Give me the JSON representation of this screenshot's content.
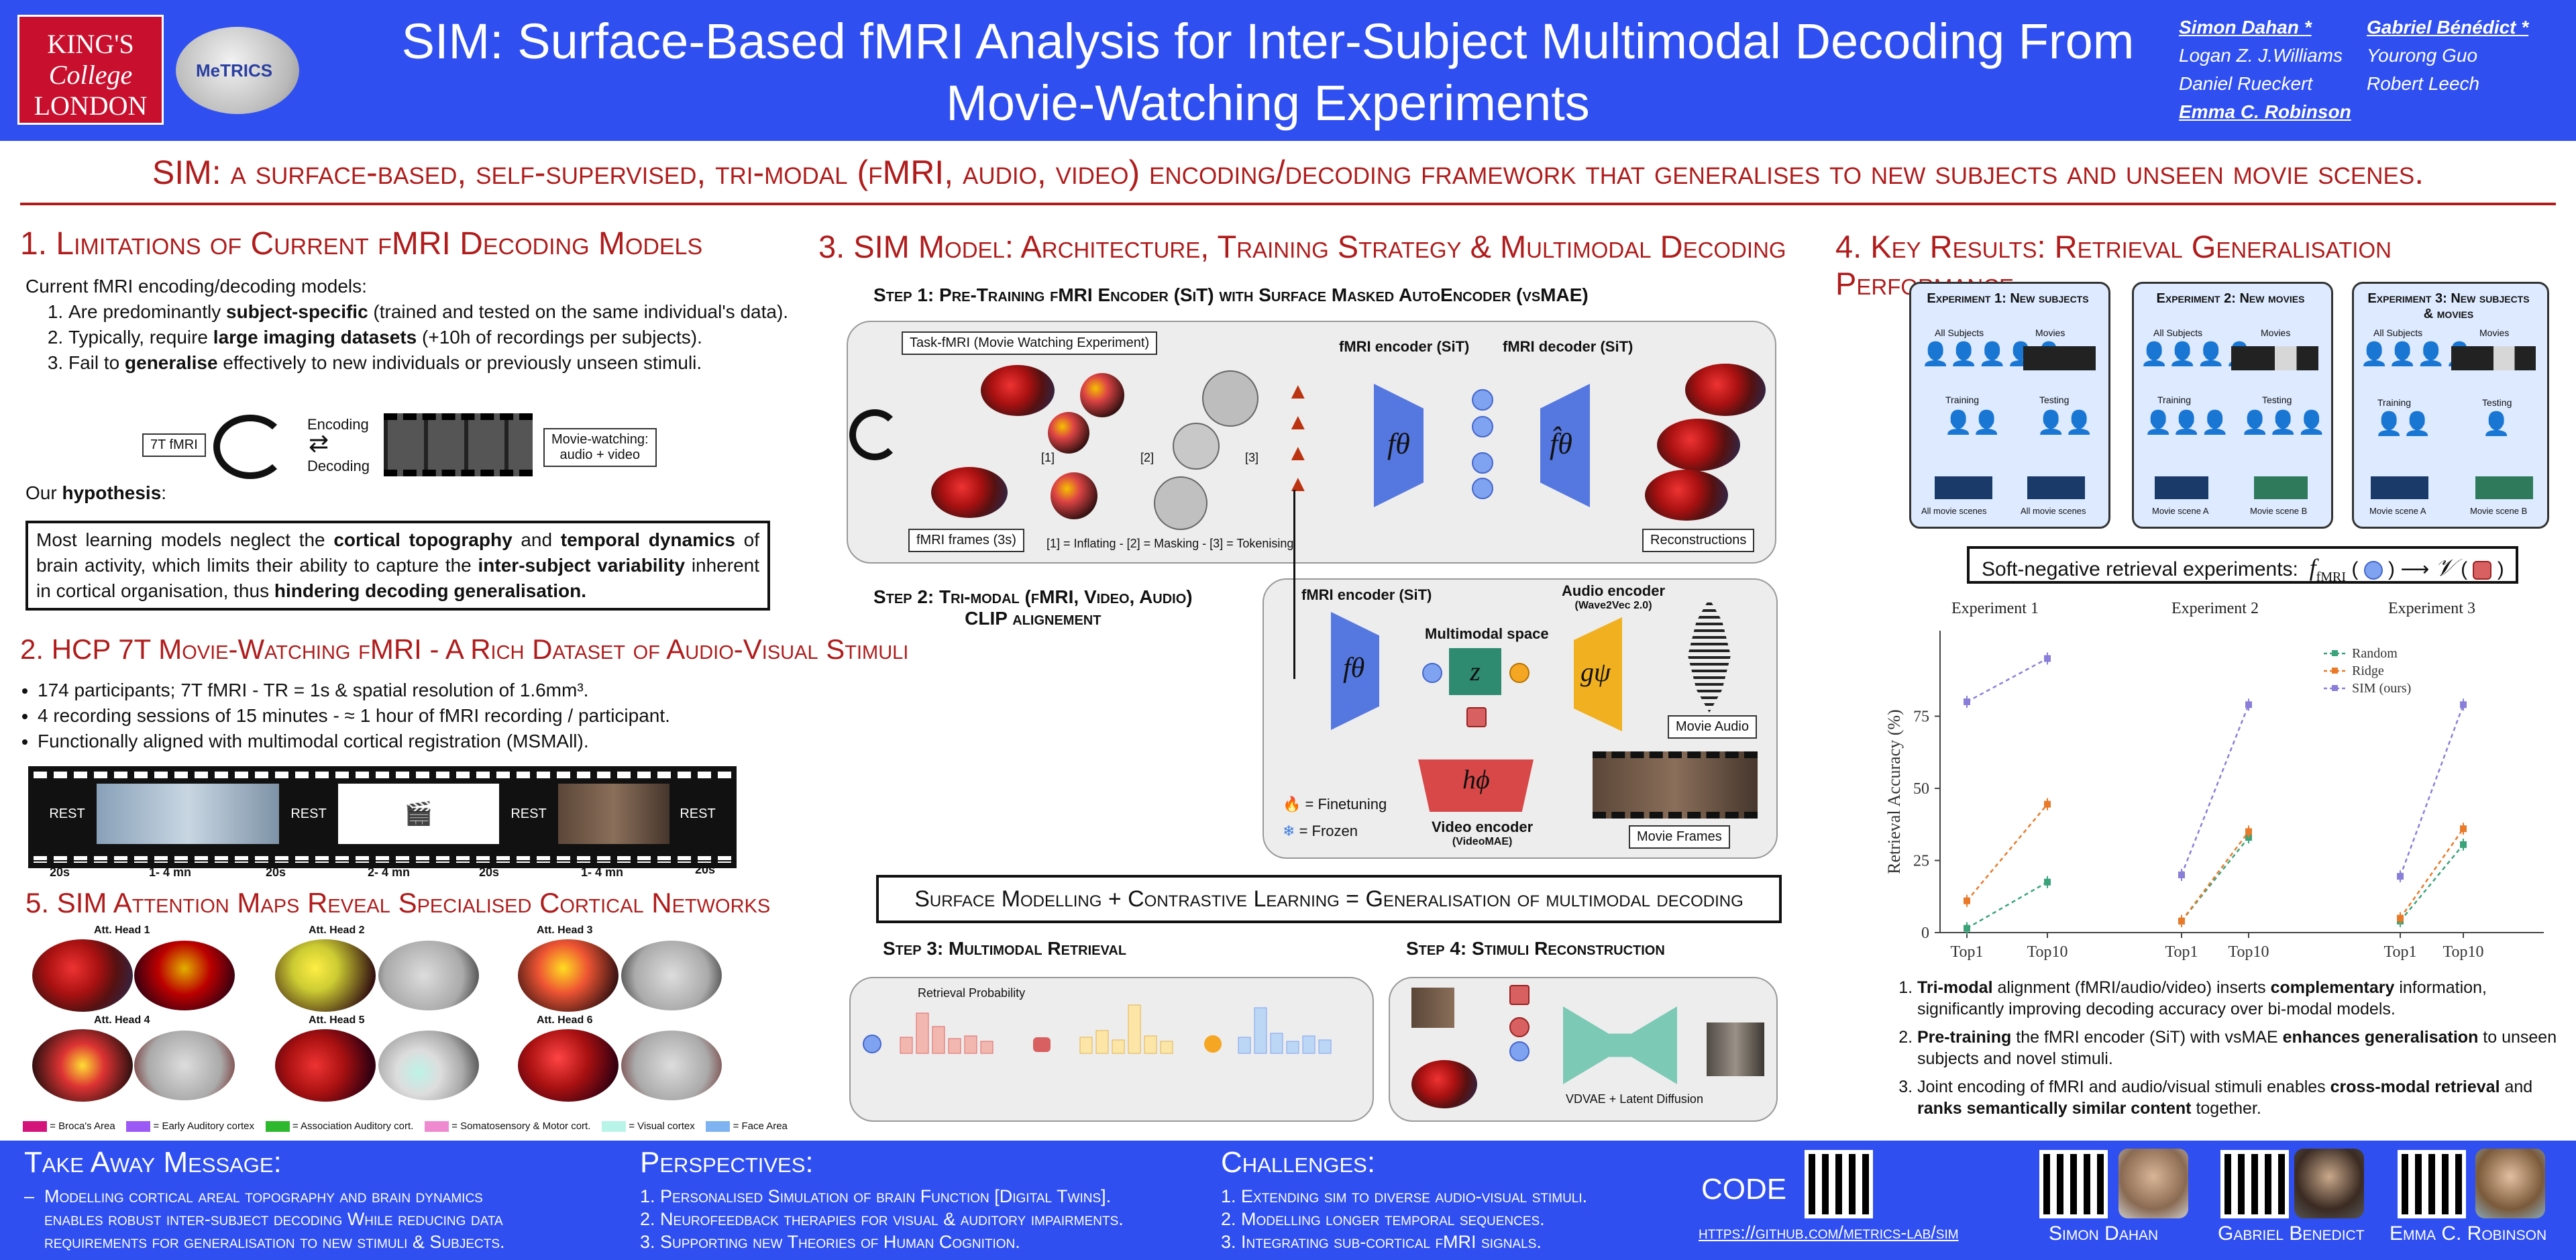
{
  "header": {
    "logo_text": [
      "KING'S",
      "College",
      "LONDON"
    ],
    "lab_logo_text": "MeTRICS",
    "title_line1": "SIM: Surface-Based fMRI Analysis for Inter-Subject Multimodal Decoding From",
    "title_line2": "Movie-Watching Experiments",
    "authors": {
      "col1": [
        "Simon Dahan *",
        "Logan Z. J.Williams",
        "Daniel Rueckert",
        "Emma C. Robinson"
      ],
      "col2": [
        "Gabriel Bénédict *",
        "Yourong Guo",
        "Robert Leech"
      ]
    }
  },
  "tagline": "SIM: a surface-based, self-supervised, tri-modal (fMRI, audio, video) encoding/decoding framework that generalises to new subjects and unseen movie scenes.",
  "section1": {
    "title": "1. Limitations of Current fMRI Decoding Models",
    "intro": "Current fMRI encoding/decoding models:",
    "items": [
      {
        "pre": "Are predominantly ",
        "bold": "subject-specific",
        "post": " (trained and tested on the same individual's data)."
      },
      {
        "pre": "Typically, require ",
        "bold": "large imaging datasets",
        "post": " (+10h of recordings per subjects)."
      },
      {
        "pre": "Fail to ",
        "bold": "generalise",
        "post": " effectively to new individuals or previously unseen stimuli."
      }
    ],
    "fig": {
      "left_label": "7T fMRI",
      "top_arrow": "Encoding",
      "bottom_arrow": "Decoding",
      "right_label_1": "Movie-watching:",
      "right_label_2": "audio + video"
    },
    "hypothesis_label": "Our ",
    "hypothesis_bold": "hypothesis",
    "hypothesis_text": [
      {
        "t": "Most learning models neglect the ",
        "b": false
      },
      {
        "t": "cortical topography",
        "b": true
      },
      {
        "t": " and ",
        "b": false
      },
      {
        "t": "temporal dynamics",
        "b": true
      },
      {
        "t": " of brain activity, which limits their ability to capture the ",
        "b": false
      },
      {
        "t": "inter-subject variability",
        "b": true
      },
      {
        "t": " inherent in cortical organisation, thus ",
        "b": false
      },
      {
        "t": "hindering decoding generalisation.",
        "b": true
      }
    ]
  },
  "section2": {
    "title": "2. HCP 7T Movie-Watching fMRI - A Rich Dataset of Audio-Visual Stimuli",
    "bullets": [
      "174 participants;  7T fMRI - TR = 1s & spatial resolution of 1.6mm³.",
      "4 recording sessions of 15 minutes - ≈ 1 hour of fMRI recording / participant.",
      "Functionally aligned with multimodal cortical registration (MSMAll)."
    ],
    "film_labels": [
      "REST",
      "REST",
      "REST",
      "REST"
    ],
    "timeline": [
      "20s",
      "1- 4 mn",
      "20s",
      "2- 4 mn",
      "20s",
      "1- 4 mn",
      "20s"
    ]
  },
  "section5": {
    "title": "5. SIM Attention Maps Reveal Specialised Cortical Networks",
    "heads": [
      "Att. Head 1",
      "Att. Head 2",
      "Att. Head 3",
      "Att. Head 4",
      "Att. Head 5",
      "Att. Head 6"
    ],
    "legend": [
      {
        "label": "= Broca's Area",
        "color": "#d4147a"
      },
      {
        "label": "= Early Auditory cortex",
        "color": "#9b59f5"
      },
      {
        "label": "= Association Auditory cort.",
        "color": "#2eb82e"
      },
      {
        "label": "= Somatosensory & Motor cort.",
        "color": "#f08ad0"
      },
      {
        "label": "= Visual cortex",
        "color": "#b8f5e8"
      },
      {
        "label": "= Face Area",
        "color": "#7fb2f0"
      }
    ]
  },
  "section3": {
    "title": "3. SIM Model: Architecture, Training Strategy & Multimodal Decoding",
    "step1": {
      "title": "Step 1: Pre-Training fMRI Encoder (SiT) with Surface Masked AutoEncoder (vsMAE)",
      "task_label": "Task-fMRI (Movie Watching Experiment)",
      "frames_label": "fMRI frames (3s)",
      "step_marks": [
        "[1]",
        "[2]",
        "[3]"
      ],
      "legend": "[1] = Inflating - [2] = Masking - [3] = Tokenising",
      "encoder_label": "fMRI encoder (SiT)",
      "decoder_label": "fMRI decoder (SiT)",
      "recon_label": "Reconstructions",
      "f_theta": "fθ",
      "f_hat_theta": "f̂θ"
    },
    "step2": {
      "title_line1": "Step 2: Tri-modal (fMRI, Video, Audio)",
      "title_line2": "CLIP alignement",
      "fmri_encoder": "fMRI encoder (SiT)",
      "audio_encoder": "Audio encoder",
      "audio_model": "(Wave2Vec 2.0)",
      "multimodal_space": "Multimodal space",
      "z": "z",
      "g_psi": "gψ",
      "h_phi": "hϕ",
      "movie_audio": "Movie Audio",
      "video_encoder": "Video encoder",
      "video_model": "(VideoMAE)",
      "movie_frames": "Movie Frames",
      "finetuning": "= Finetuning",
      "frozen": "= Frozen"
    },
    "banner": "Surface Modelling + Contrastive Learning = Generalisation of multimodal decoding",
    "step3": {
      "title": "Step 3: Multimodal Retrieval",
      "prob_label": "Retrieval Probability"
    },
    "step4": {
      "title": "Step 4: Stimuli Reconstruction",
      "vdvae_label": "VDVAE + Latent Diffusion"
    }
  },
  "section4": {
    "title": "4. Key Results: Retrieval Generalisation Performance",
    "experiments": [
      {
        "title": "Experiment 1: New subjects",
        "top_left": "All Subjects",
        "top_right": "Movies",
        "mid_left": "Training",
        "mid_right": "Testing",
        "bottom_left": "All movie scenes",
        "bottom_right": "All movie scenes"
      },
      {
        "title": "Experiment 2: New movies",
        "top_left": "All Subjects",
        "top_right": "Movies",
        "mid_left": "Training",
        "mid_right": "Testing",
        "bottom_left": "Movie scene A",
        "bottom_right": "Movie scene B"
      },
      {
        "title": "Experiment 3: New subjects & movies",
        "top_left": "All Subjects",
        "top_right": "Movies",
        "mid_left": "Training",
        "mid_right": "Testing",
        "bottom_left": "Movie scene A",
        "bottom_right": "Movie scene B"
      }
    ],
    "soft_negative": "Soft-negative retrieval experiments:",
    "soft_sym_left": "fMRI",
    "soft_sym_right": "𝒱",
    "findings": [
      {
        "pre": "",
        "bold": "Tri-modal",
        "mid": " alignment (fMRI/audio/video) inserts ",
        "bold2": "complementary",
        "post": " information, significantly improving decoding accuracy over bi-modal models."
      },
      {
        "pre": "",
        "bold": "Pre-training",
        "mid": " the fMRI encoder (SiT) with vsMAE ",
        "bold2": "enhances generalisation",
        "post": " to unseen subjects and novel stimuli."
      },
      {
        "pre": "Joint encoding of fMRI and audio/visual stimuli enables ",
        "bold": "cross-modal retrieval",
        "mid": " and ",
        "bold2": "ranks semantically similar content",
        "post": " together."
      }
    ]
  },
  "chart_data": {
    "type": "line",
    "ylabel": "Retrieval Accuracy (%)",
    "ylim": [
      0,
      100
    ],
    "yticks": [
      0,
      25,
      50,
      75
    ],
    "categories": [
      "Top1",
      "Top10"
    ],
    "panels": [
      "Experiment 1",
      "Experiment 2",
      "Experiment 3"
    ],
    "series": [
      {
        "name": "Random",
        "color": "#3aa37a",
        "values": [
          [
            1.5,
            17.5
          ],
          [
            4,
            33
          ],
          [
            4,
            30.5
          ]
        ]
      },
      {
        "name": "Ridge",
        "color": "#e87a2a",
        "values": [
          [
            11,
            44.5
          ],
          [
            4,
            35
          ],
          [
            5,
            36
          ]
        ]
      },
      {
        "name": "SIM (ours)",
        "color": "#8a7fd8",
        "values": [
          [
            80,
            95
          ],
          [
            20,
            79
          ],
          [
            19.5,
            79
          ]
        ]
      }
    ],
    "legend_position": "top-right"
  },
  "footer": {
    "takeaway_title": "Take Away Message:",
    "takeaway": [
      "–  Modelling cortical areal topography and brain dynamics",
      "    enables robust inter-subject decoding While reducing data",
      "    requirements for generalisation to new stimuli & Subjects."
    ],
    "perspectives_title": "Perspectives:",
    "perspectives": [
      "1.  Personalised Simulation of brain Function [Digital Twins].",
      "2.  Neurofeedback therapies for visual & auditory impairments.",
      "3.  Supporting new Theories of Human Cognition."
    ],
    "challenges_title": "Challenges:",
    "challenges": [
      "1.  Extending sim to diverse audio-visual stimuli.",
      "2.  Modelling longer temporal sequences.",
      "3.  Integrating sub-cortical fMRI signals."
    ],
    "code_label": "CODE",
    "code_url": "https://github.com/metrics-lab/sim",
    "people": [
      "Simon Dahan",
      "Gabriel Benedict",
      "Emma C. Robinson"
    ]
  },
  "colors": {
    "header_blue": "#2f4ff0",
    "accent_red": "#b01c1c"
  }
}
